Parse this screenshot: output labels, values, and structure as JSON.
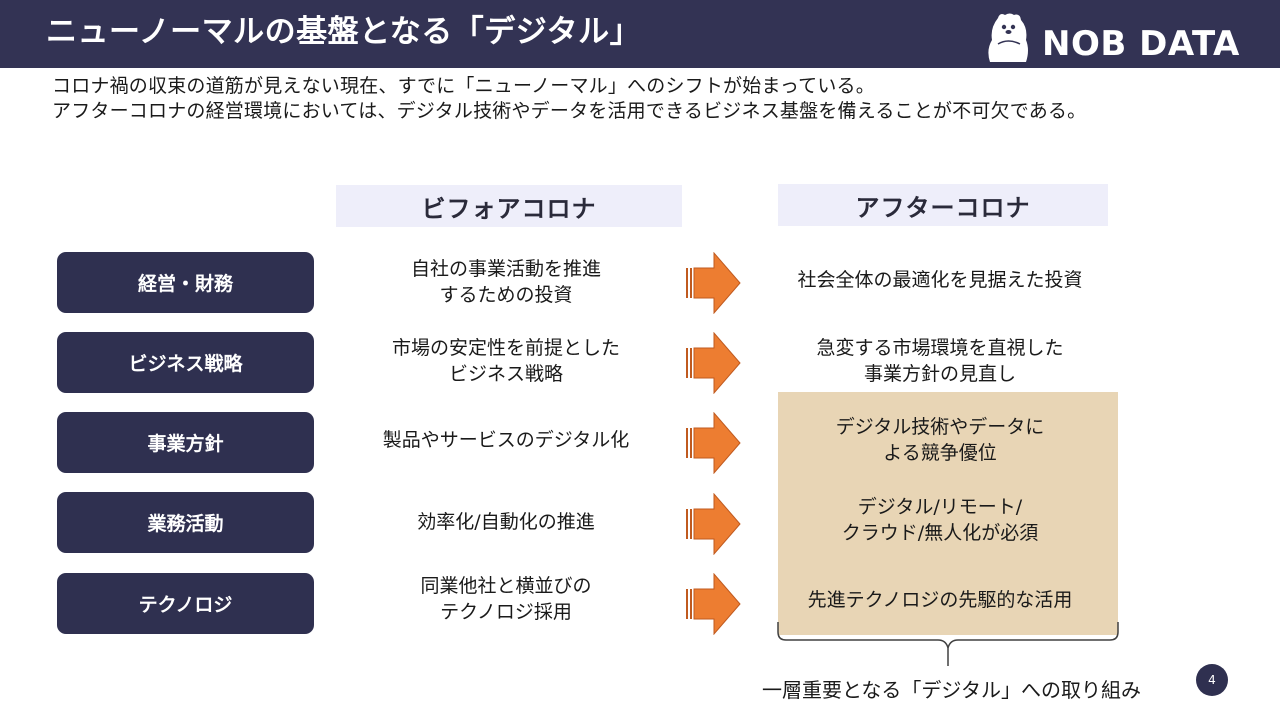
{
  "header": {
    "title": "ニューノーマルの基盤となる「デジタル」",
    "logo_text": "NOB DATA"
  },
  "intro": {
    "line1": "コロナ禍の収束の道筋が見えない現在、すでに「ニューノーマル」へのシフトが始まっている。",
    "line2": "アフターコロナの経営環境においては、デジタル技術やデータを活用できるビジネス基盤を備えることが不可欠である。"
  },
  "columns": {
    "before": "ビフォアコロナ",
    "after": "アフターコロナ"
  },
  "rows": [
    {
      "label": "経営・財務",
      "before": [
        "自社の事業活動を推進",
        "するための投資"
      ],
      "after": [
        "社会全体の最適化を見据えた投資",
        ""
      ]
    },
    {
      "label": "ビジネス戦略",
      "before": [
        "市場の安定性を前提とした",
        "ビジネス戦略"
      ],
      "after": [
        "急変する市場環境を直視した",
        "事業方針の見直し"
      ]
    },
    {
      "label": "事業方針",
      "before": [
        "製品やサービスのデジタル化",
        ""
      ],
      "after": [
        "デジタル技術やデータに",
        "よる競争優位"
      ]
    },
    {
      "label": "業務活動",
      "before": [
        "効率化/自動化の推進",
        ""
      ],
      "after": [
        "デジタル/リモート/",
        "クラウド/無人化が必須"
      ]
    },
    {
      "label": "テクノロジ",
      "before": [
        "同業他社と横並びの",
        "テクノロジ採用"
      ],
      "after": [
        "先進テクノロジの先駆的な活用",
        ""
      ]
    }
  ],
  "summary": "一層重要となる「デジタル」への取り組み",
  "page_number": "4",
  "colors": {
    "header_bg": "#333354",
    "label_bg": "#2f3050",
    "column_header_bg": "#eeeefa",
    "highlight_bg": "#e8d5b5",
    "arrow": "#ed7d31"
  }
}
